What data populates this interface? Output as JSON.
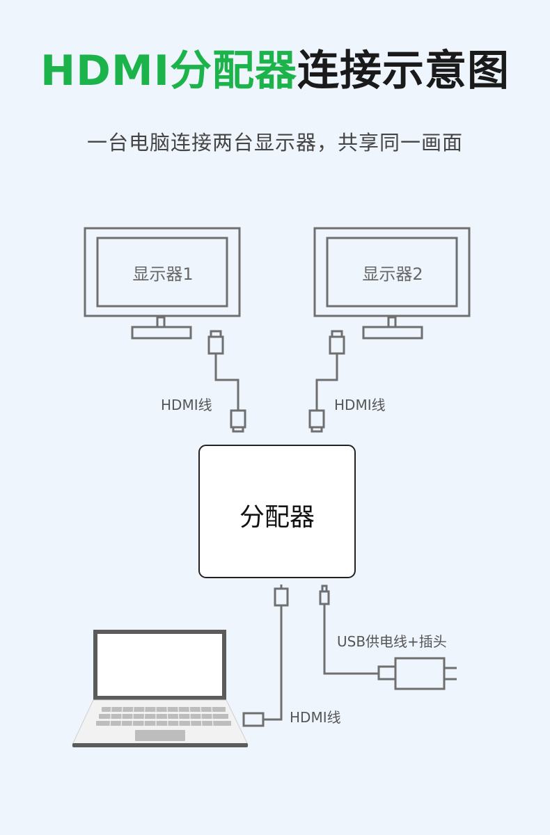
{
  "title": {
    "part_green": "HDMI分配器",
    "part_black": "连接示意图"
  },
  "subtitle": "一台电脑连接两台显示器，共享同一画面",
  "monitors": [
    {
      "label": "显示器1"
    },
    {
      "label": "显示器2"
    }
  ],
  "splitter": {
    "label": "分配器"
  },
  "cables": {
    "monitor1_cable": "HDMI线",
    "monitor2_cable": "HDMI线",
    "laptop_cable": "HDMI线",
    "power_cable": "USB供电线+插头"
  },
  "colors": {
    "accent_green": "#1bb34a",
    "background": "#eef5fd",
    "line_gray": "#6f6f6f"
  }
}
